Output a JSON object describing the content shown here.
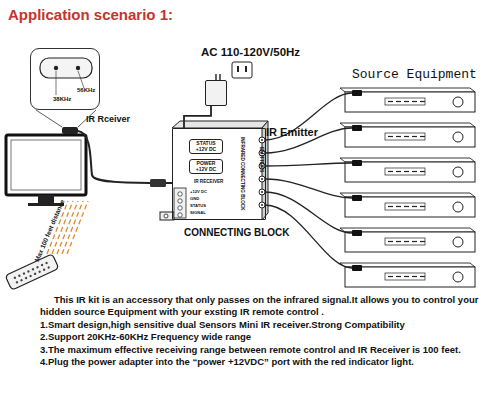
{
  "diagram": {
    "title": "Application scenario 1:",
    "nodes": [
      {
        "text": [
          "56KHz",
          "38KHz"
        ]
      },
      {
        "text": [
          "AC 110-120V/50Hz"
        ]
      },
      {
        "text": [
          "IR RECEIVER",
          "+12V DC",
          "GND",
          "STATUS",
          "SIGNAL",
          "EMITTERS",
          "INFRARED CONNECTING BLOCK",
          "CONNECTING BLOCK"
        ]
      },
      {
        "text": [
          "STATUS +12V DC"
        ],
        "in": 2
      },
      {
        "text": [
          "POWER +12V DC"
        ],
        "in": 2
      }
    ],
    "edges": [
      {
        "from": 1,
        "to": 2,
        "arrow": "none"
      }
    ],
    "labels": [
      "IR Rceiver",
      "IR Emitter",
      "Source Equipment",
      "Max 100 feet distance",
      "This IR kit is an accessory that only passes on the infrared signal.It allows you to control your hidden source Equipment with your exsting IR remote control .",
      "1.Smart design,high sensitive dual Sensors Mini IR receiver.Strong Compatibility",
      "2.Support 20KHz-60KHz Frequency wide range",
      "3.The maximum effective receiving range between remote control and IR Receiver is 100 feet.",
      "4.Plug the power adapter into the “power +12VDC” port with the red indicator light."
    ]
  }
}
